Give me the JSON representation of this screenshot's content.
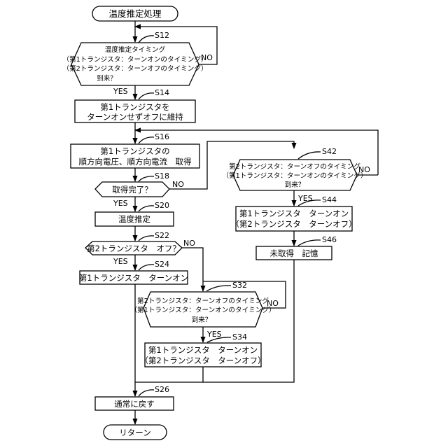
{
  "nodes": {
    "start": "温度推定処理",
    "s12": [
      "温度推定タイミング",
      "（第1トランジスタ：ターンオンのタイミング）",
      "（第2トランジスタ：ターンオフのタイミング）",
      "到来？"
    ],
    "s14": [
      "第1トランジスタを",
      "ターンオンせずオフに維持"
    ],
    "s16": [
      "第1トランジスタの",
      "順方向電圧、順方向電流　取得"
    ],
    "s18": "取得完了？",
    "s20": "温度推定",
    "s22": "第2トランジスタ　オフ？",
    "s24": "第1トランジスタ　ターンオン",
    "s32": [
      "第2トランジスタ：ターンオフのタイミング",
      "（第1トランジスタ：ターンオンのタイミング）",
      "到来？"
    ],
    "s34": [
      "第1トランジスタ　ターンオン",
      "（第2トランジスタ　ターンオフ）"
    ],
    "s42": [
      "第2トランジスタ：ターンオフのタイミング",
      "（第1トランジスタ：ターンオンのタイミング）",
      "到来？"
    ],
    "s44": [
      "第1トランジスタ　ターンオン",
      "（第2トランジスタ　ターンオフ）"
    ],
    "s46": "未取得　記憶",
    "s26": "通常に戻す",
    "end": "リターン"
  },
  "steps": {
    "s12": "S12",
    "s14": "S14",
    "s16": "S16",
    "s18": "S18",
    "s20": "S20",
    "s22": "S22",
    "s24": "S24",
    "s32": "S32",
    "s34": "S34",
    "s42": "S42",
    "s44": "S44",
    "s46": "S46",
    "s26": "S26"
  },
  "branch_labels": {
    "yes": "YES",
    "no": "NO"
  }
}
